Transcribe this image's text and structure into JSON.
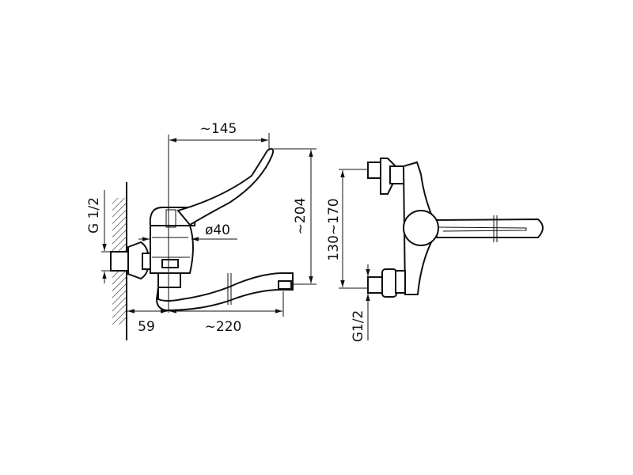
{
  "side_view": {
    "dim_width_handle": "~145",
    "dim_height": "~204",
    "dim_diameter": "ø40",
    "dim_thread": "G 1/2",
    "dim_wall_offset": "59",
    "dim_spout_reach": "~220"
  },
  "front_view": {
    "dim_center_distance": "130~170",
    "dim_thread": "G1/2"
  }
}
